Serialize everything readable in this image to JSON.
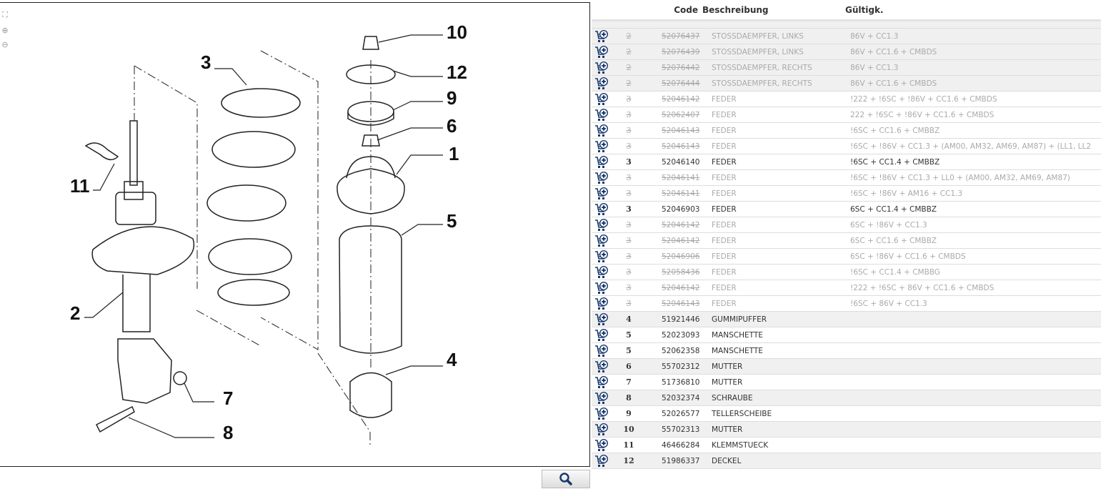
{
  "diagram": {
    "callouts": [
      "1",
      "2",
      "3",
      "4",
      "5",
      "6",
      "7",
      "8",
      "9",
      "10",
      "11",
      "12"
    ],
    "tools": {
      "fit": "fit-icon",
      "zoom_in": "zoom-in-icon",
      "zoom_out": "zoom-out-icon"
    }
  },
  "search_button": {
    "icon": "search-icon"
  },
  "table": {
    "headers": {
      "code": "Code",
      "desc": "Beschreibung",
      "valid": "Gültigk."
    },
    "rows": [
      {
        "pos": "2",
        "code": "52076437",
        "desc": "STOSSDAEMPFER, LINKS",
        "valid": "86V + CC1.3",
        "old": true
      },
      {
        "pos": "2",
        "code": "52076439",
        "desc": "STOSSDAEMPFER, LINKS",
        "valid": "86V + CC1.6 + CMBDS",
        "old": true
      },
      {
        "pos": "2",
        "code": "52076442",
        "desc": "STOSSDAEMPFER, RECHTS",
        "valid": "86V + CC1.3",
        "old": true
      },
      {
        "pos": "2",
        "code": "52076444",
        "desc": "STOSSDAEMPFER, RECHTS",
        "valid": "86V + CC1.6 + CMBDS",
        "old": true
      },
      {
        "pos": "3",
        "code": "52046142",
        "desc": "FEDER",
        "valid": "!222 + !6SC + !86V + CC1.6 + CMBDS",
        "old": true
      },
      {
        "pos": "3",
        "code": "52062407",
        "desc": "FEDER",
        "valid": "222 + !6SC + !86V + CC1.6 + CMBDS",
        "old": true
      },
      {
        "pos": "3",
        "code": "52046143",
        "desc": "FEDER",
        "valid": "!6SC + CC1.6 + CMBBZ",
        "old": true
      },
      {
        "pos": "3",
        "code": "52046143",
        "desc": "FEDER",
        "valid": "!6SC + !86V + CC1.3 + (AM00, AM32, AM69, AM87) + (LL1, LL2",
        "old": true
      },
      {
        "pos": "3",
        "code": "52046140",
        "desc": "FEDER",
        "valid": "!6SC + CC1.4 + CMBBZ",
        "old": false
      },
      {
        "pos": "3",
        "code": "52046141",
        "desc": "FEDER",
        "valid": "!6SC + !86V + CC1.3 + LL0 + (AM00, AM32, AM69, AM87)",
        "old": true
      },
      {
        "pos": "3",
        "code": "52046141",
        "desc": "FEDER",
        "valid": "!6SC + !86V + AM16 + CC1.3",
        "old": true
      },
      {
        "pos": "3",
        "code": "52046903",
        "desc": "FEDER",
        "valid": "6SC + CC1.4 + CMBBZ",
        "old": false
      },
      {
        "pos": "3",
        "code": "52046142",
        "desc": "FEDER",
        "valid": "6SC + !86V + CC1.3",
        "old": true
      },
      {
        "pos": "3",
        "code": "52046142",
        "desc": "FEDER",
        "valid": "6SC + CC1.6 + CMBBZ",
        "old": true
      },
      {
        "pos": "3",
        "code": "52046906",
        "desc": "FEDER",
        "valid": "6SC + !86V + CC1.6 + CMBDS",
        "old": true
      },
      {
        "pos": "3",
        "code": "52058436",
        "desc": "FEDER",
        "valid": "!6SC + CC1.4 + CMBBG",
        "old": true
      },
      {
        "pos": "3",
        "code": "52046142",
        "desc": "FEDER",
        "valid": "!222 + !6SC + 86V + CC1.6 + CMBDS",
        "old": true
      },
      {
        "pos": "3",
        "code": "52046143",
        "desc": "FEDER",
        "valid": "!6SC + 86V + CC1.3",
        "old": true
      },
      {
        "pos": "4",
        "code": "51921446",
        "desc": "GUMMIPUFFER",
        "valid": "",
        "old": false
      },
      {
        "pos": "5",
        "code": "52023093",
        "desc": "MANSCHETTE",
        "valid": "",
        "old": false
      },
      {
        "pos": "5",
        "code": "52062358",
        "desc": "MANSCHETTE",
        "valid": "",
        "old": false
      },
      {
        "pos": "6",
        "code": "55702312",
        "desc": "MUTTER",
        "valid": "",
        "old": false
      },
      {
        "pos": "7",
        "code": "51736810",
        "desc": "MUTTER",
        "valid": "",
        "old": false
      },
      {
        "pos": "8",
        "code": "52032374",
        "desc": "SCHRAUBE",
        "valid": "",
        "old": false
      },
      {
        "pos": "9",
        "code": "52026577",
        "desc": "TELLERSCHEIBE",
        "valid": "",
        "old": false
      },
      {
        "pos": "10",
        "code": "55702313",
        "desc": "MUTTER",
        "valid": "",
        "old": false
      },
      {
        "pos": "11",
        "code": "46466284",
        "desc": "KLEMMSTUECK",
        "valid": "",
        "old": false
      },
      {
        "pos": "12",
        "code": "51986337",
        "desc": "DECKEL",
        "valid": "",
        "old": false
      }
    ]
  },
  "colors": {
    "cart": "#1a3a6b",
    "grey_row": "#f0f0f0"
  }
}
